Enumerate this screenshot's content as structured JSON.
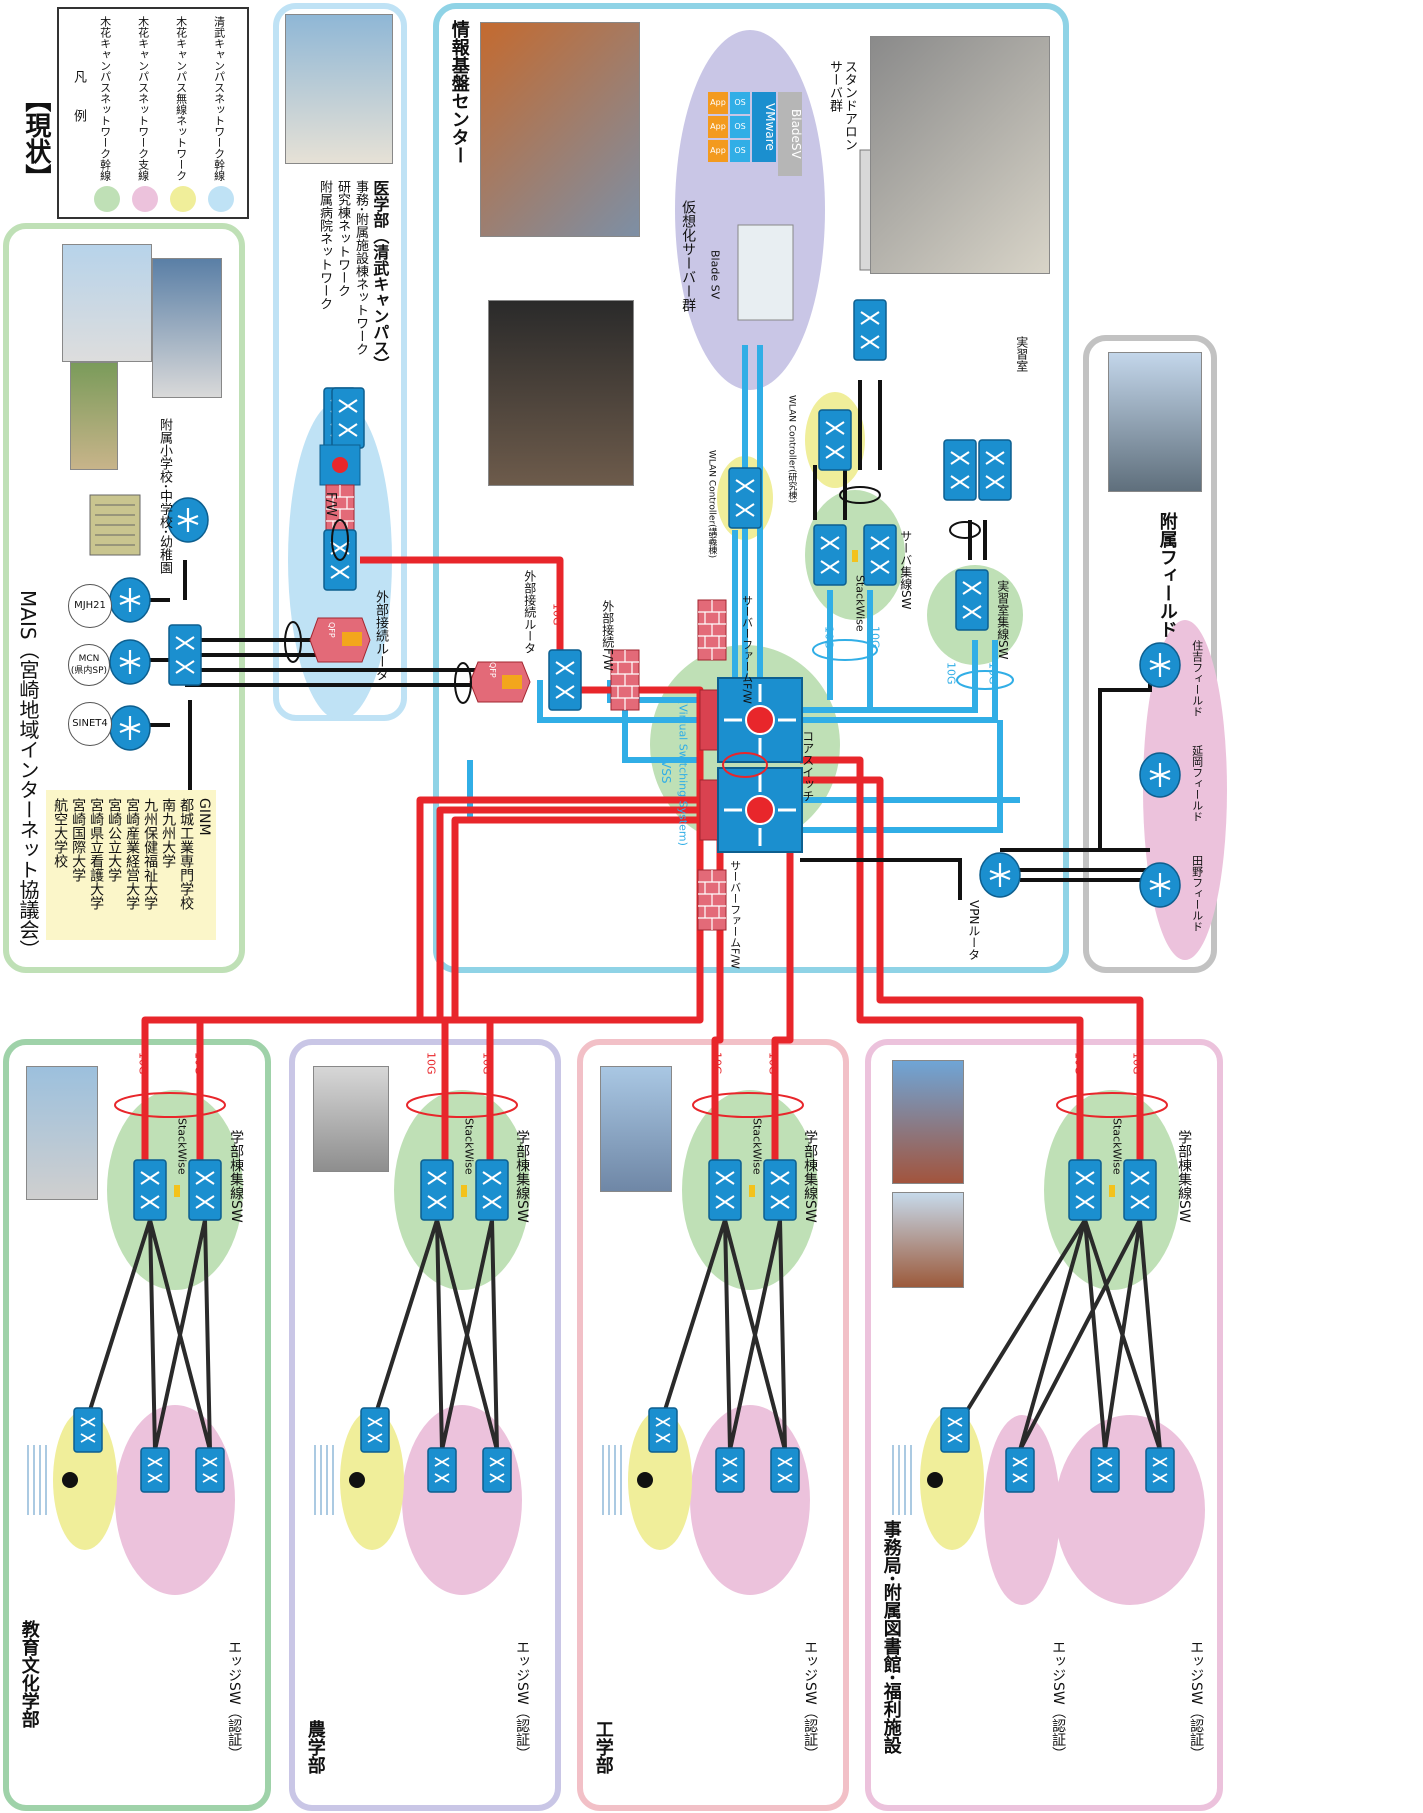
{
  "legend": {
    "title": "【現状】",
    "header": "凡　　例",
    "items": [
      {
        "label": "木花キャンパスネットワーク幹線",
        "color": "#bfe0b6"
      },
      {
        "label": "木花キャンパスネットワーク支線",
        "color": "#ecc2dc"
      },
      {
        "label": "木花キャンパス無線ネットワーク",
        "color": "#f0ee9a"
      },
      {
        "label": "清武キャンパスネットワーク幹線",
        "color": "#bfe2f5"
      }
    ]
  },
  "mais": {
    "title": "MAIS（宮崎地域インターネット協議会）",
    "members": [
      "航空大学校",
      "宮崎国際大学",
      "宮崎県立看護大学",
      "宮崎公立大学",
      "宮崎産業経営大学",
      "九州保健福祉大学",
      "南九州大学",
      "都城工業専門学校",
      "GINM"
    ],
    "networks": [
      "SINET4",
      "MCN\n(県内SP)",
      "MJH21"
    ],
    "school": "附属小学校･中学校･幼稚園"
  },
  "kiyotake": {
    "title": "医学部（清武キャンパス）",
    "lines": [
      "附属病院ネットワーク",
      "研究棟ネットワーク",
      "事務･附属施設棟ネットワーク"
    ],
    "fw": "F/W",
    "router": "外部接続ルータ"
  },
  "center": {
    "title": "情報基盤センター",
    "virt_group": "仮想化サーバー群",
    "blade": "Blade SV",
    "vm_app": "App",
    "vm_os": "OS",
    "vmware": "VMware",
    "bladesv": "BladeSV",
    "standalone": "スタンドアロン\nサーバ群",
    "lab_room": "実習室",
    "lab_sw": "実習室集線SW",
    "server_sw": "サーバ集線SW",
    "wlan1": "WLAN Controller(講義棟)",
    "wlan2": "WLAN Controller(研究棟)",
    "ext_router": "外部接続ルータ",
    "ext_fw": "外部接続F/W",
    "farm_fw_top": "サーバーファームF/W",
    "farm_fw_bottom": "サーバーファームF/W",
    "core": "コアスイッチ",
    "vss": "VSS",
    "vss_full": "(Virtual Switching System)",
    "vpn": "VPNルータ",
    "stackwise": "StackWise",
    "qfp": "QFP"
  },
  "field": {
    "title": "附属フィールド",
    "items": [
      "住吉フィールド",
      "延岡フィールド",
      "田野フィールド"
    ]
  },
  "link_labels": {
    "ten_g": "10G"
  },
  "faculties": [
    {
      "name": "教育文化学部",
      "bldg_sw": "学部棟集線SW",
      "edge_sw": "エッジSW（認証）"
    },
    {
      "name": "農学部",
      "bldg_sw": "学部棟集線SW",
      "edge_sw": "エッジSW（認証）"
    },
    {
      "name": "工学部",
      "bldg_sw": "学部棟集線SW",
      "edge_sw": "エッジSW（認証）"
    },
    {
      "name": "事務局･附属図書館･福利施設",
      "bldg_sw": "学部棟集線SW",
      "edge_sw": "エッジSW（認証）",
      "edge_sw2": "エッジSW（認証）"
    }
  ],
  "colors": {
    "trunk_red": "#e8262b",
    "link_blue": "#31aee6",
    "device_blue": "#1b8fcf",
    "zone_green": "#bfe0b6",
    "zone_pink": "#ecc2dc",
    "zone_yellow": "#f0ee9a",
    "zone_cyan": "#bfe2f5",
    "zone_lilac": "#c9c6e6"
  }
}
